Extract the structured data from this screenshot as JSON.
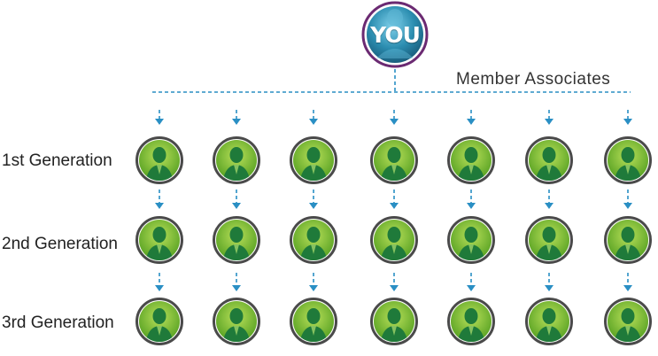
{
  "root": {
    "label": "YOU"
  },
  "branch_label": "Member Associates",
  "generations": [
    {
      "label": "1st Generation",
      "member_count": 7
    },
    {
      "label": "2nd Generation",
      "member_count": 7
    },
    {
      "label": "3rd Generation",
      "member_count": 7
    }
  ],
  "colors": {
    "connector": "#2a8fc4",
    "root_fill": "#2b8db0",
    "root_ring": "#6b2a72",
    "member_fill_light": "#b9e05a",
    "member_fill_dark": "#5aa324",
    "member_ring": "#4a4a4a",
    "person_silhouette": "#1f7a3a"
  },
  "icons": {
    "root": "you-badge-icon",
    "member": "person-avatar-icon"
  }
}
